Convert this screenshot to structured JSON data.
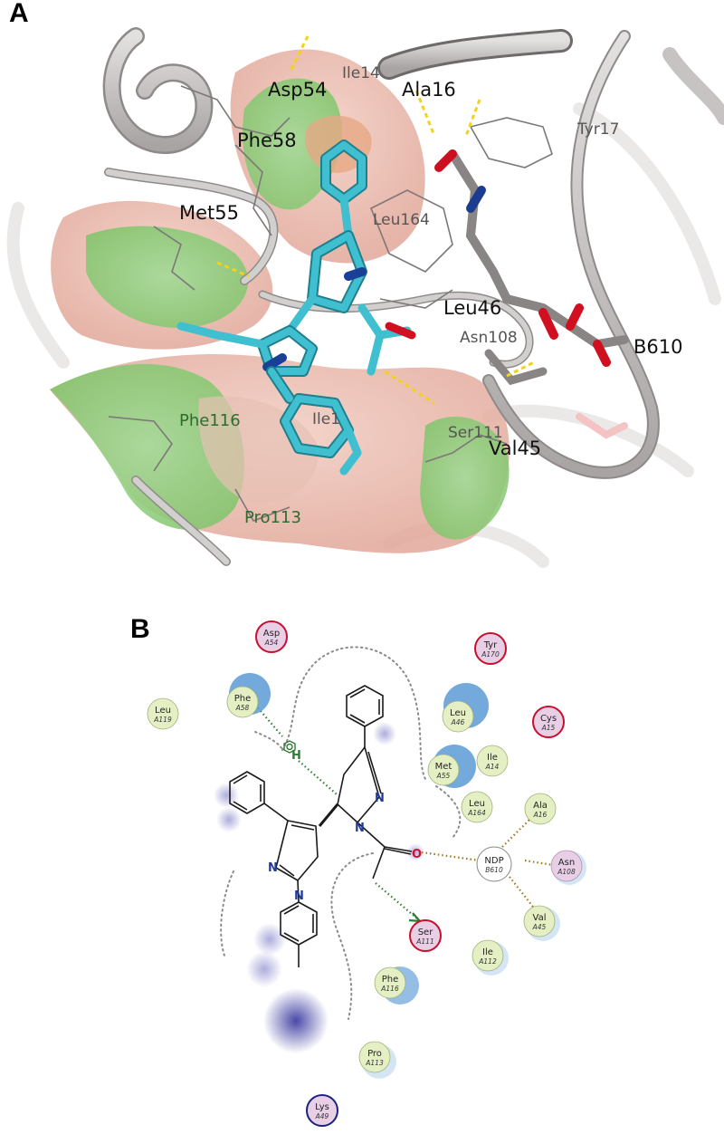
{
  "panel_a": {
    "letter": "A",
    "residue_labels": [
      {
        "id": "asp54",
        "text": "Asp54",
        "style": "lab3d"
      },
      {
        "id": "ile14",
        "text": "Ile14",
        "style": "lab3d-grey"
      },
      {
        "id": "ala16",
        "text": "Ala16",
        "style": "lab3d"
      },
      {
        "id": "phe58",
        "text": "Phe58",
        "style": "lab3d"
      },
      {
        "id": "tyr17",
        "text": "Tyr17",
        "style": "lab3d-grey"
      },
      {
        "id": "met55",
        "text": "Met55",
        "style": "lab3d"
      },
      {
        "id": "leu164",
        "text": "Leu164",
        "style": "lab3d-grey"
      },
      {
        "id": "leu46",
        "text": "Leu46",
        "style": "lab3d"
      },
      {
        "id": "asn108",
        "text": "Asn108",
        "style": "lab3d-grey"
      },
      {
        "id": "b610",
        "text": "B610",
        "style": "lab3d"
      },
      {
        "id": "phe116",
        "text": "Phe116",
        "style": "lab3d-green"
      },
      {
        "id": "ile112",
        "text": "Ile1",
        "style": "lab3d-grey"
      },
      {
        "id": "ser111",
        "text": "Ser111",
        "style": "lab3d-grey"
      },
      {
        "id": "val45",
        "text": "Val45",
        "style": "lab3d"
      },
      {
        "id": "pro113",
        "text": "Pro113",
        "style": "lab3d-green"
      }
    ]
  },
  "panel_b": {
    "letter": "B",
    "residues": [
      {
        "id": "asp54",
        "name": "Asp",
        "chain": "A54",
        "type": "charged-negative"
      },
      {
        "id": "tyr170",
        "name": "Tyr",
        "chain": "A170",
        "type": "charged-negative"
      },
      {
        "id": "leu119",
        "name": "Leu",
        "chain": "A119",
        "type": "hydrophobic"
      },
      {
        "id": "phe58",
        "name": "Phe",
        "chain": "A58",
        "type": "hydrophobic"
      },
      {
        "id": "leu46",
        "name": "Leu",
        "chain": "A46",
        "type": "hydrophobic"
      },
      {
        "id": "cys15",
        "name": "Cys",
        "chain": "A15",
        "type": "charged-negative"
      },
      {
        "id": "met55",
        "name": "Met",
        "chain": "A55",
        "type": "hydrophobic"
      },
      {
        "id": "ile14",
        "name": "Ile",
        "chain": "A14",
        "type": "hydrophobic"
      },
      {
        "id": "leu164",
        "name": "Leu",
        "chain": "A164",
        "type": "hydrophobic"
      },
      {
        "id": "ala16",
        "name": "Ala",
        "chain": "A16",
        "type": "hydrophobic"
      },
      {
        "id": "ndp",
        "name": "NDP",
        "chain": "B610",
        "type": "ligand"
      },
      {
        "id": "asn108",
        "name": "Asn",
        "chain": "A108",
        "type": "polar"
      },
      {
        "id": "val45",
        "name": "Val",
        "chain": "A45",
        "type": "hydrophobic"
      },
      {
        "id": "ser111",
        "name": "Ser",
        "chain": "A111",
        "type": "charged-negative"
      },
      {
        "id": "ile112",
        "name": "Ile",
        "chain": "A112",
        "type": "hydrophobic"
      },
      {
        "id": "phe116",
        "name": "Phe",
        "chain": "A116",
        "type": "hydrophobic"
      },
      {
        "id": "pro113",
        "name": "Pro",
        "chain": "A113",
        "type": "hydrophobic"
      },
      {
        "id": "lys49",
        "name": "Lys",
        "chain": "A49",
        "type": "charged-positive"
      }
    ],
    "atom_labels": {
      "n1": "N",
      "n2": "N",
      "n3": "N",
      "n4": "N",
      "o": "O",
      "h": "H"
    },
    "colors": {
      "hydrophobic_fill": "#e5efc4",
      "polar_fill": "#e8cfe6",
      "negative_ring": "#c8102e",
      "positive_ring": "#1a237e",
      "hbond_sidechain": "#2e7d32",
      "hbond_ligand": "#9c7a1a",
      "exposure_blue": "#5b9bd5",
      "ligand_shadow": "#3f3fa3",
      "nitrogen": "#1f3b9c",
      "oxygen": "#d01030"
    }
  }
}
